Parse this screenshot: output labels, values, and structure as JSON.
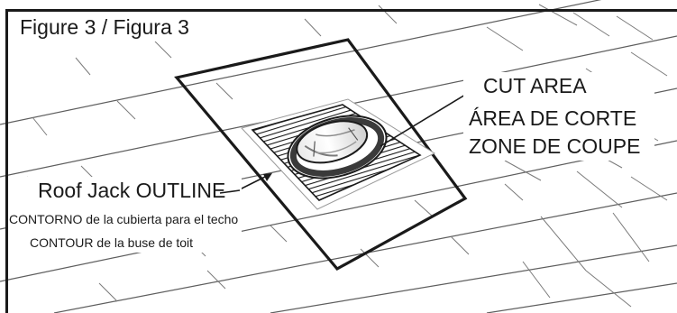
{
  "figure": {
    "title": "Figure 3 / Figura 3"
  },
  "labels": {
    "cut_area": {
      "english": "CUT AREA",
      "spanish": "ÁREA DE CORTE",
      "french": "ZONE DE COUPE"
    },
    "roof_jack_outline": {
      "english": "Roof Jack OUTLINE",
      "spanish": "CONTORNO de la cubierta para el techo",
      "french": "CONTOUR de la buse de toit"
    }
  },
  "colors": {
    "line": "#1a1a1a",
    "background": "#ffffff"
  }
}
